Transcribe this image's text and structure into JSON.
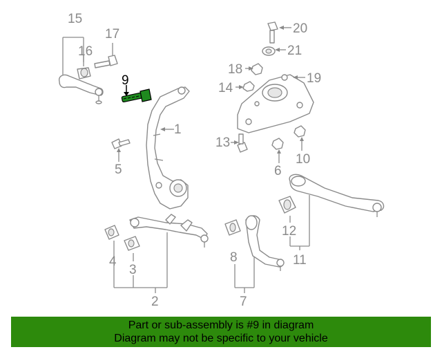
{
  "callouts": {
    "c1": "1",
    "c2": "2",
    "c3": "3",
    "c4": "4",
    "c5": "5",
    "c6": "6",
    "c7": "7",
    "c8": "8",
    "c9": "9",
    "c10": "10",
    "c11": "11",
    "c12": "12",
    "c13": "13",
    "c14": "14",
    "c15": "15",
    "c16": "16",
    "c17": "17",
    "c18": "18",
    "c19": "19",
    "c20": "20",
    "c21": "21"
  },
  "banner": {
    "line1": "Part or sub-assembly is #9 in diagram",
    "line2": "Diagram may not be specific to your vehicle"
  },
  "colors": {
    "highlight_part": "#1f8a1f",
    "banner_bg": "#2d8a0c",
    "line_art": "#8a8a8a"
  }
}
